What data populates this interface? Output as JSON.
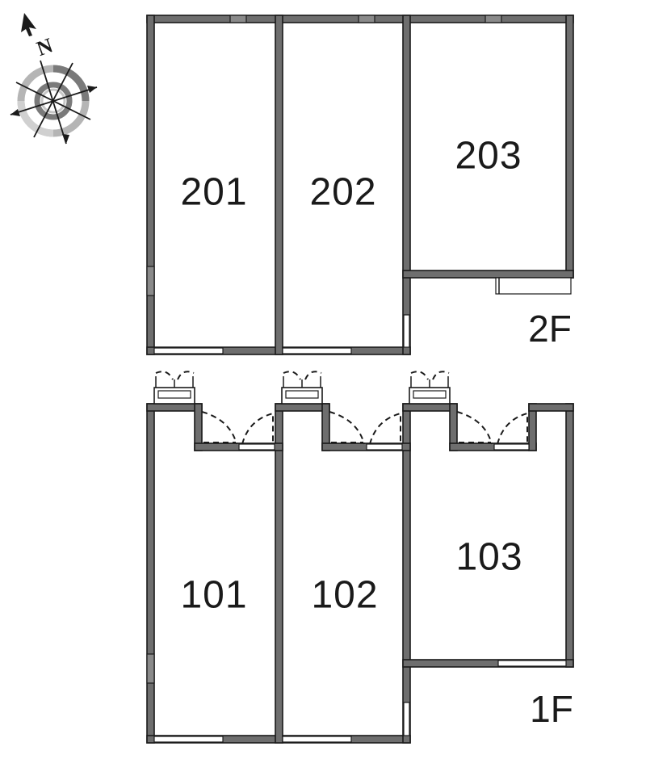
{
  "compass": {
    "label": "N",
    "icon": "north-compass-icon"
  },
  "floors": [
    {
      "id": "2F",
      "label": "2F",
      "rooms": [
        {
          "number": "201"
        },
        {
          "number": "202"
        },
        {
          "number": "203"
        }
      ]
    },
    {
      "id": "1F",
      "label": "1F",
      "rooms": [
        {
          "number": "101"
        },
        {
          "number": "102"
        },
        {
          "number": "103"
        }
      ]
    }
  ],
  "colors": {
    "wall": "#6e6e6e",
    "outline": "#1a1a1a",
    "background": "#ffffff"
  }
}
